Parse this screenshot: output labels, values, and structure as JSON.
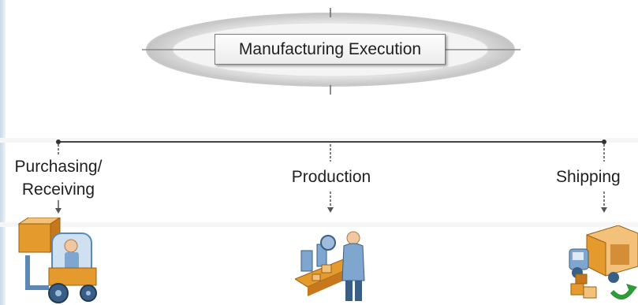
{
  "diagram": {
    "root": {
      "label": "Manufacturing Execution"
    },
    "branches": [
      {
        "id": "purchasing",
        "label_line1": "Purchasing/",
        "label_line2": "Receiving",
        "icon": "forklift-icon"
      },
      {
        "id": "production",
        "label": "Production",
        "icon": "assembly-worker-icon"
      },
      {
        "id": "shipping",
        "label": "Shipping",
        "icon": "delivery-truck-icon"
      }
    ]
  },
  "colors": {
    "connector": "#444444",
    "ellipse": "#c9c9c9",
    "box_border": "#7d7d7d",
    "accent_orange": "#e59a2e",
    "accent_blue": "#7fa6cf",
    "accent_green": "#2f9a3a"
  }
}
